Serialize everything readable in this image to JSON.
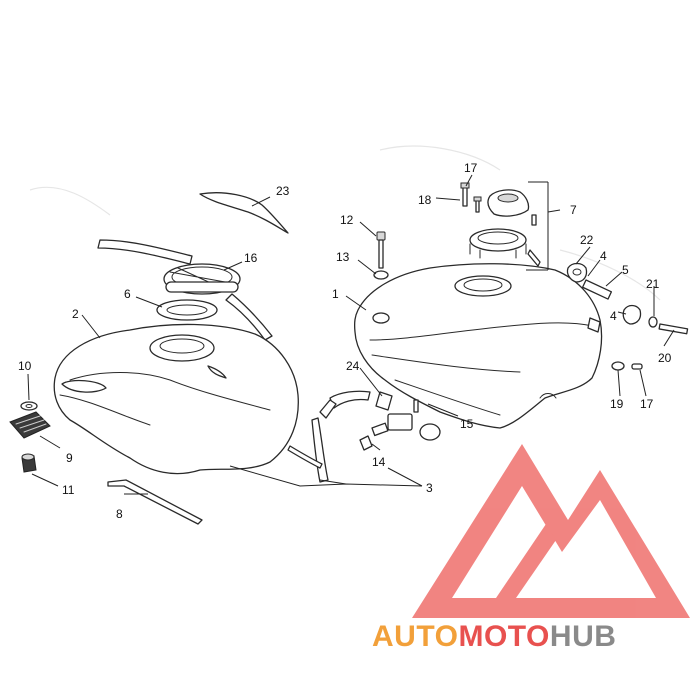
{
  "callouts": [
    "23",
    "16",
    "6",
    "2",
    "10",
    "9",
    "11",
    "8",
    "12",
    "13",
    "1",
    "17",
    "18",
    "7",
    "22",
    "4",
    "5",
    "21",
    "4",
    "20",
    "19",
    "17",
    "24",
    "15",
    "14",
    "3"
  ],
  "watermark": {
    "brand_part1": "AUTO",
    "brand_part2": "MOTO",
    "brand_part3": "HUB",
    "color_orange": "#f2a03a",
    "color_red": "#e8514f",
    "color_gray": "#8a8a8a"
  }
}
